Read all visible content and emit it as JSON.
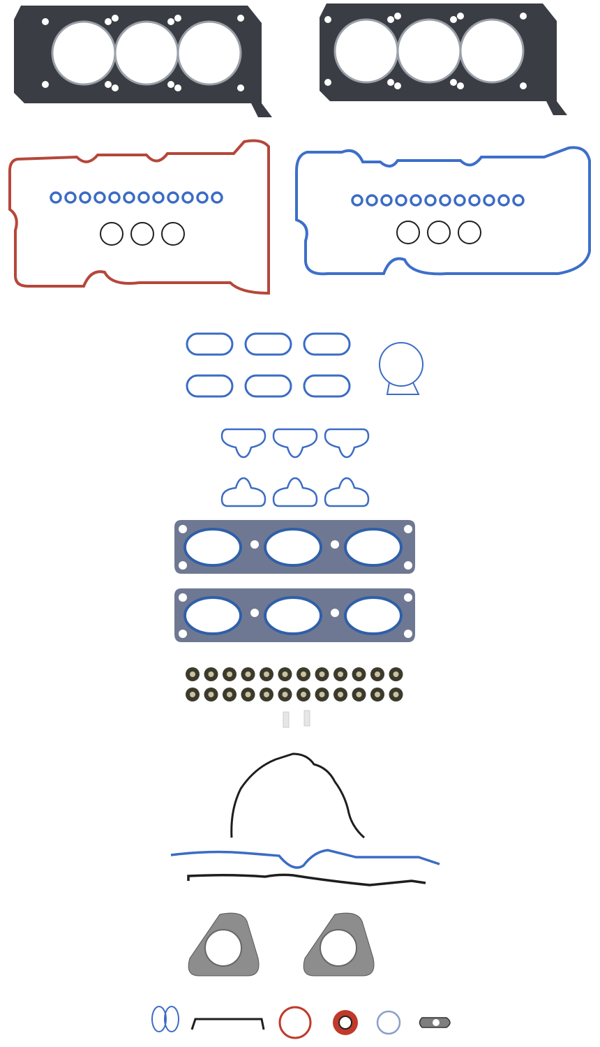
{
  "colors": {
    "background": "#ffffff",
    "head_gasket": "#3a3d44",
    "left_valve_cover": "#b5473a",
    "right_valve_cover": "#3d6fc9",
    "blue_seal": "#3b6cc4",
    "black_seal": "#1e1e1e",
    "exhaust_gasket": "#6f7892",
    "exhaust_gasket_accent": "#2f5fa8",
    "valve_stem_seal": "#3b3a2c",
    "triangle_gasket": "#8d8d8d",
    "red_seal": "#c0392b"
  },
  "counts": {
    "head_gaskets": 2,
    "bores_per_head": 3,
    "spark_plug_seals_per_cover": 12,
    "black_orings_per_cover": 3,
    "intake_gaskets": 6,
    "plenum_gaskets": 6,
    "exhaust_manifold_gaskets": 2,
    "valve_stem_seals": 24,
    "triangle_gaskets": 2
  }
}
